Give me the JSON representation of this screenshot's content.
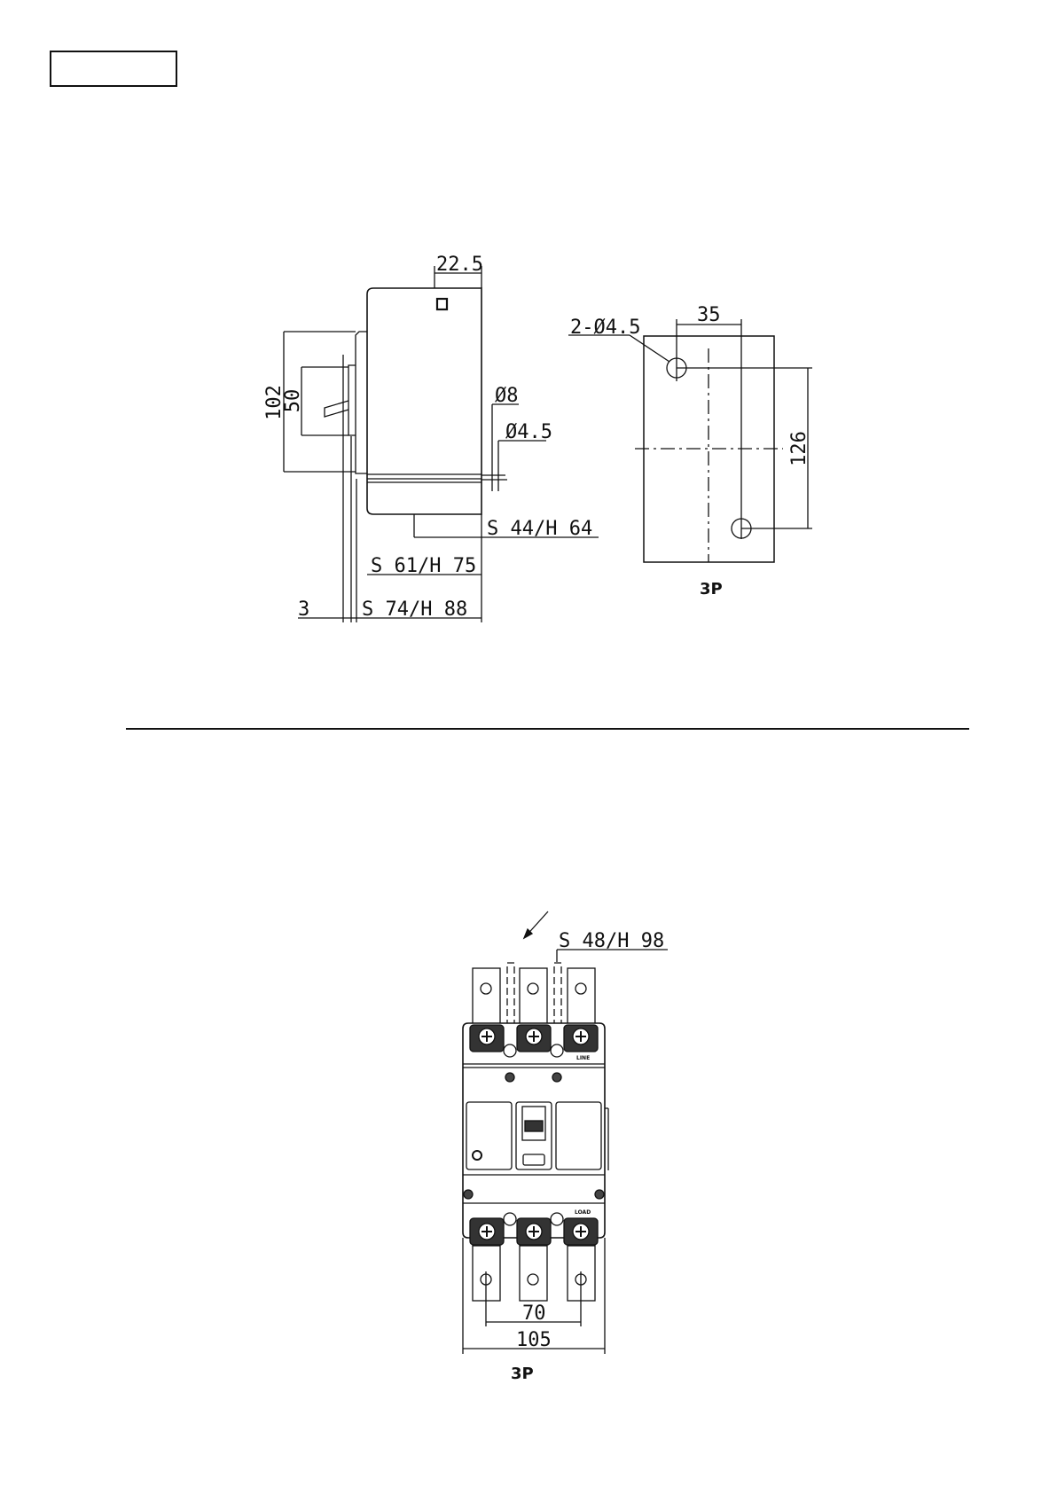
{
  "side_view": {
    "dim_top_depth": "22.5",
    "dim_height_total": "102",
    "dim_handle_height": "50",
    "dim_hole_dia_large": "Ø8",
    "dim_hole_dia_small": "Ø4.5",
    "dim_depth_1": "S 44/H 64",
    "dim_depth_2": "S 61/H 75",
    "dim_depth_3": "S 74/H 88",
    "dim_handle_offset": "3"
  },
  "mount_view": {
    "dim_holes": "2-Ø4.5",
    "dim_hole_spacing_h": "35",
    "dim_hole_spacing_v": "126",
    "caption": "3P"
  },
  "front_view": {
    "dim_terminal_extension": "S 48/H 98",
    "dim_pole_pitch": "70",
    "dim_width": "105",
    "label_line": "LINE",
    "label_load": "LOAD",
    "caption": "3P"
  }
}
